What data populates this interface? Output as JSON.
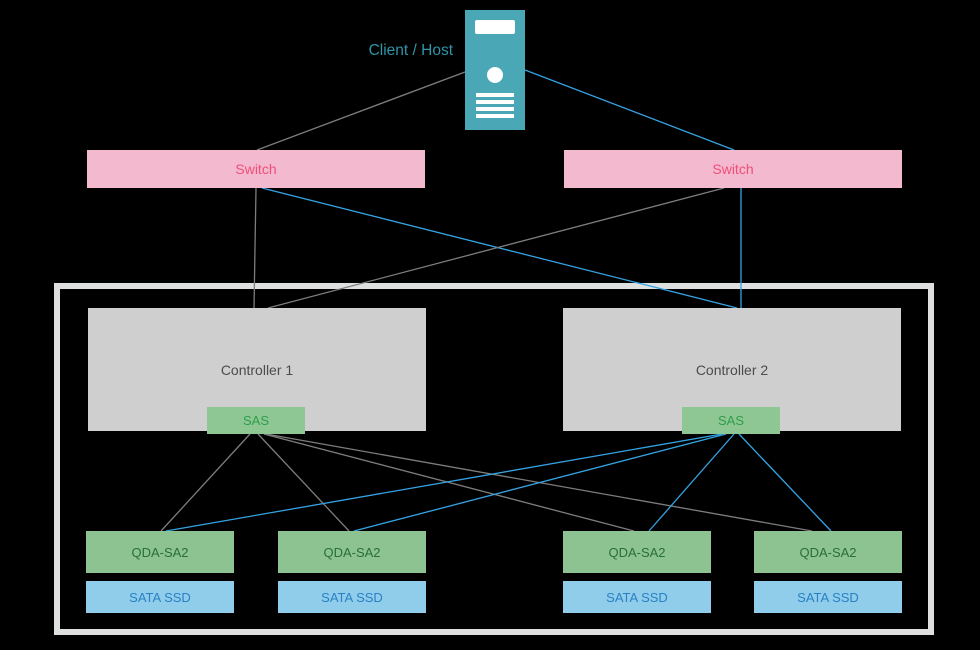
{
  "colors": {
    "background": "#000000",
    "server_icon_fill": "#4AA8B6",
    "client_text": "#2E96A9",
    "switch_fill": "#F3B9CE",
    "switch_text": "#EF4E7B",
    "enclosure_border": "#DEE0E0",
    "controller_fill": "#CFCFCF",
    "controller_text": "#4C4C4C",
    "sas_fill": "#8FC794",
    "sas_text": "#2E9E4B",
    "qda_fill": "#8DC390",
    "qda_text": "#286F38",
    "sata_fill": "#90CDEB",
    "sata_text": "#2A80C5",
    "line_gray": "#7D7D7D",
    "line_blue": "#35A3E3"
  },
  "client": {
    "label": "Client / Host",
    "icon": "server-tower-icon"
  },
  "switches": [
    {
      "label": "Switch"
    },
    {
      "label": "Switch"
    }
  ],
  "controllers": [
    {
      "label": "Controller 1",
      "port_label": "SAS"
    },
    {
      "label": "Controller 2",
      "port_label": "SAS"
    }
  ],
  "adapters": [
    {
      "label": "QDA-SA2",
      "drive_label": "SATA SSD"
    },
    {
      "label": "QDA-SA2",
      "drive_label": "SATA SSD"
    },
    {
      "label": "QDA-SA2",
      "drive_label": "SATA SSD"
    },
    {
      "label": "QDA-SA2",
      "drive_label": "SATA SSD"
    }
  ],
  "connections": [
    {
      "from": "client",
      "to": "switch-1",
      "color": "gray",
      "points": [
        465,
        72,
        257,
        150
      ]
    },
    {
      "from": "client",
      "to": "switch-2",
      "color": "blue",
      "points": [
        525,
        70,
        734,
        150
      ]
    },
    {
      "from": "switch-1",
      "to": "controller-1",
      "color": "gray",
      "points": [
        256,
        188,
        254,
        308
      ]
    },
    {
      "from": "switch-1",
      "to": "controller-2",
      "color": "blue",
      "points": [
        262,
        188,
        737,
        308
      ]
    },
    {
      "from": "switch-2",
      "to": "controller-1",
      "color": "gray",
      "points": [
        724,
        188,
        268,
        308
      ]
    },
    {
      "from": "switch-2",
      "to": "controller-2",
      "color": "blue",
      "points": [
        741,
        188,
        741,
        308
      ]
    },
    {
      "from": "sas-1",
      "to": "qda-1",
      "color": "gray",
      "points": [
        250,
        434,
        161,
        531
      ]
    },
    {
      "from": "sas-1",
      "to": "qda-2",
      "color": "gray",
      "points": [
        258,
        434,
        349,
        531
      ]
    },
    {
      "from": "sas-1",
      "to": "qda-3",
      "color": "gray",
      "points": [
        264,
        434,
        634,
        531
      ]
    },
    {
      "from": "sas-1",
      "to": "qda-4",
      "color": "gray",
      "points": [
        266,
        434,
        812,
        531
      ]
    },
    {
      "from": "sas-2",
      "to": "qda-1",
      "color": "blue",
      "points": [
        722,
        434,
        166,
        531
      ]
    },
    {
      "from": "sas-2",
      "to": "qda-2",
      "color": "blue",
      "points": [
        726,
        434,
        354,
        531
      ]
    },
    {
      "from": "sas-2",
      "to": "qda-3",
      "color": "blue",
      "points": [
        734,
        434,
        649,
        531
      ]
    },
    {
      "from": "sas-2",
      "to": "qda-4",
      "color": "blue",
      "points": [
        739,
        434,
        831,
        531
      ]
    }
  ]
}
